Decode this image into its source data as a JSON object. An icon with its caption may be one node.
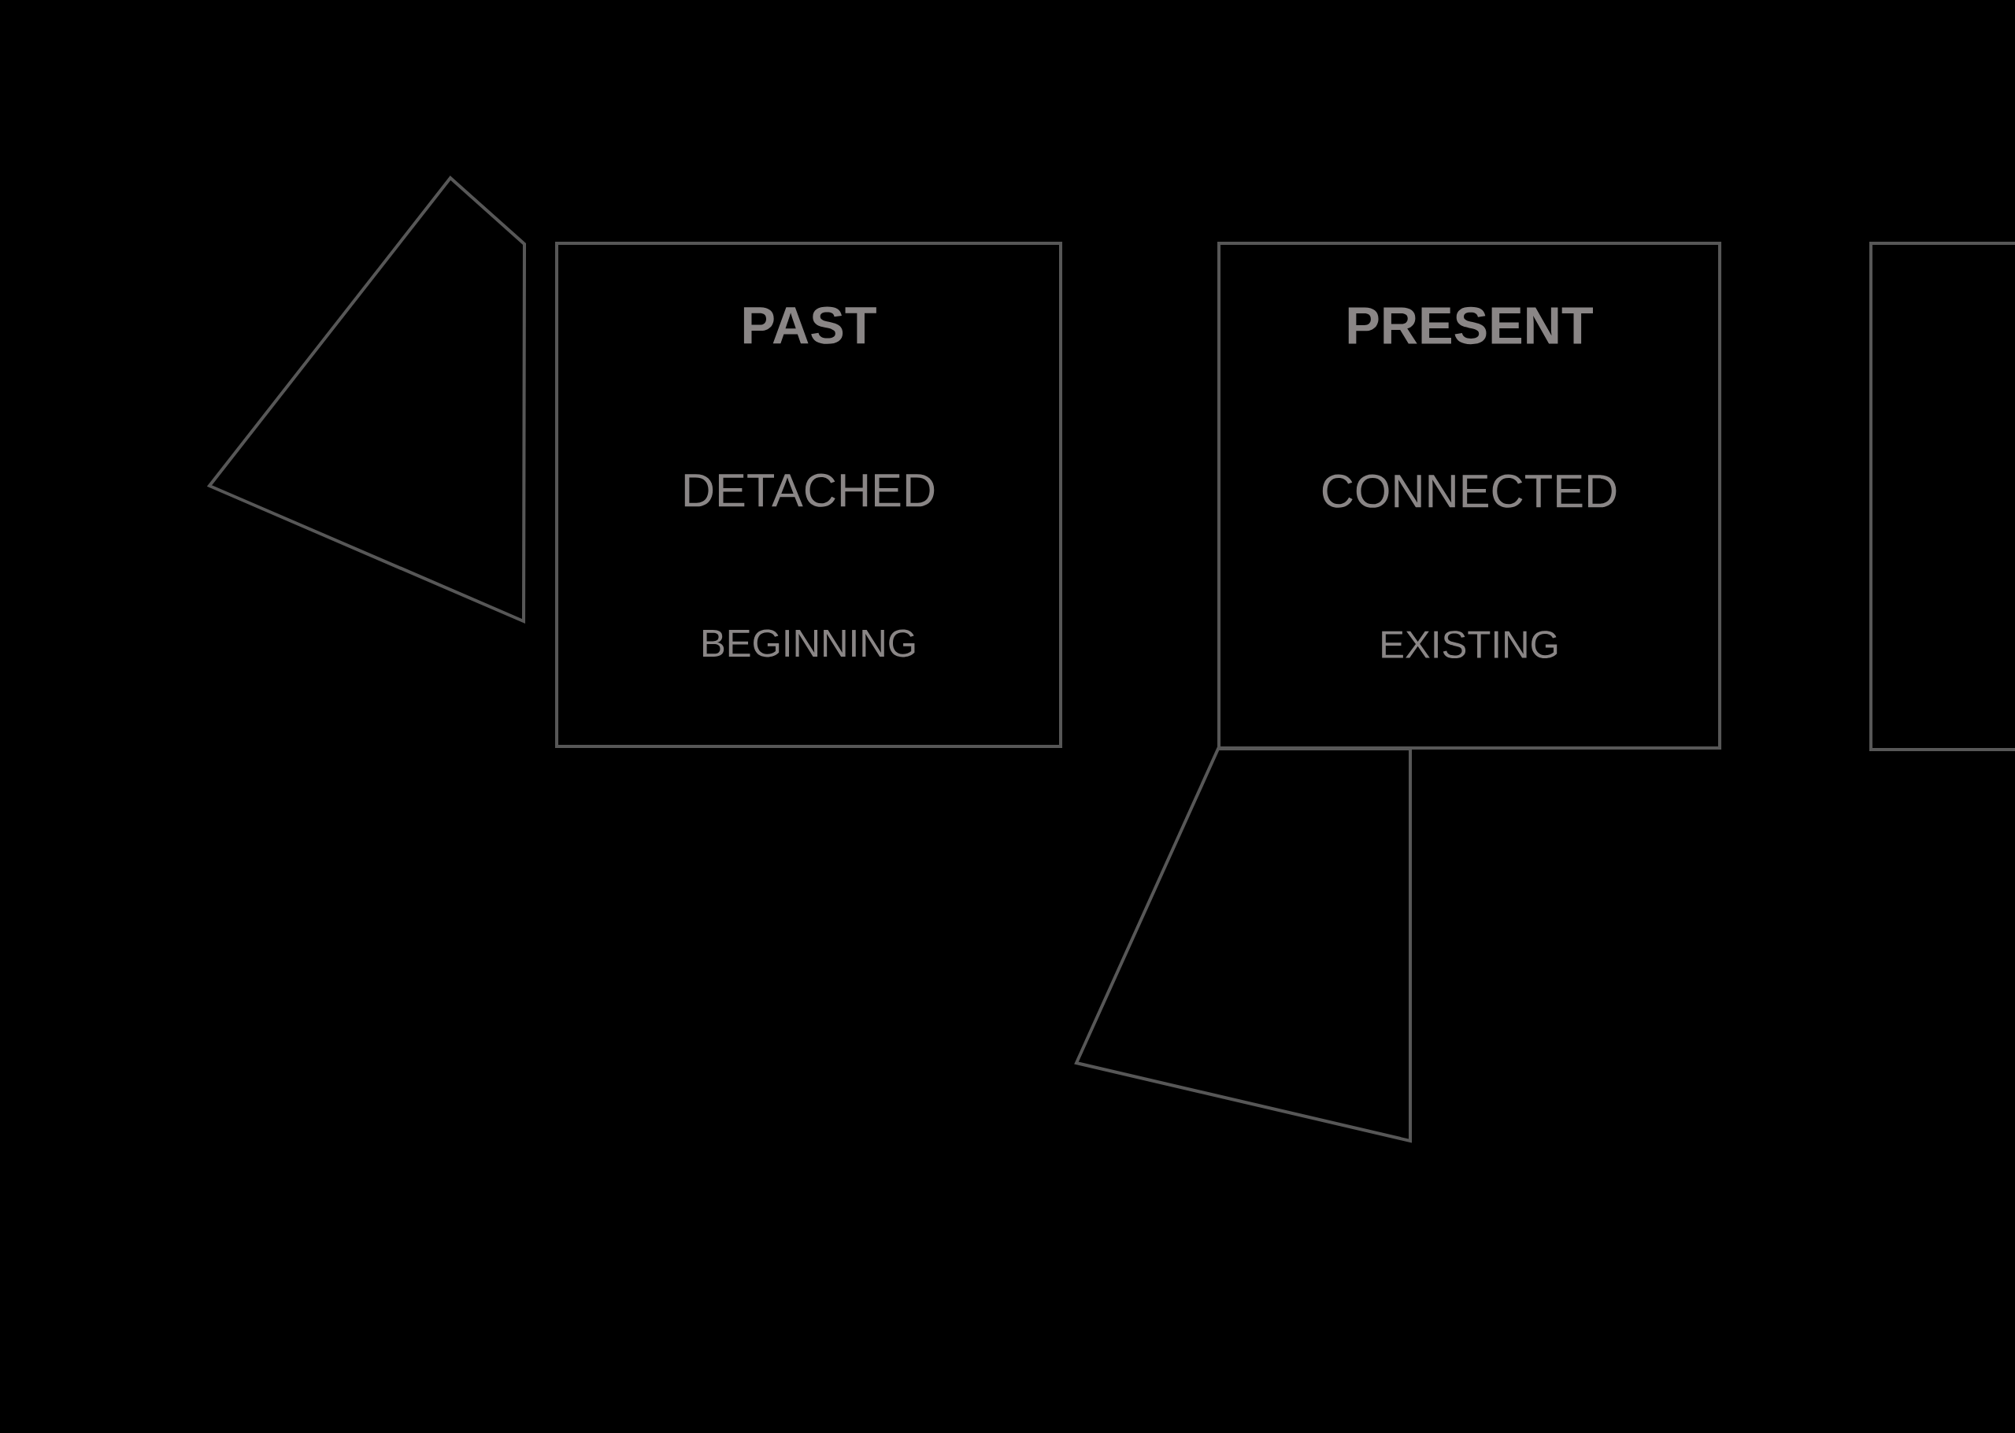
{
  "diagram": {
    "nodes": [
      {
        "text": [],
        "shape": "quadrilateral"
      },
      {
        "text": [
          "PAST",
          "DETACHED",
          "BEGINNING"
        ]
      },
      {
        "text": [
          "PRESENT",
          "CONNECTED",
          "EXISTING"
        ]
      },
      {
        "text": [],
        "shape": "box"
      },
      {
        "text": [],
        "shape": "quadrilateral"
      }
    ]
  }
}
